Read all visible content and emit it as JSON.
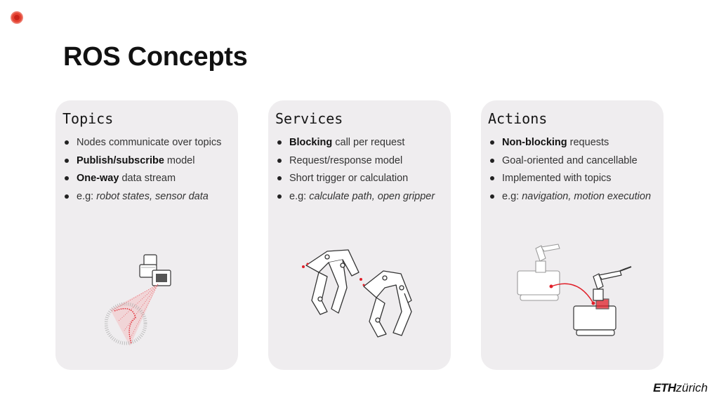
{
  "title": "ROS Concepts",
  "logo": {
    "eth": "ETH",
    "zurich": "zürich"
  },
  "cards": [
    {
      "heading": "Topics",
      "bullets": [
        {
          "bold": "",
          "text": "Nodes communicate over topics",
          "italic": ""
        },
        {
          "bold": "Publish/subscribe",
          "text": " model",
          "italic": ""
        },
        {
          "bold": "One-way",
          "text": " data stream",
          "italic": ""
        },
        {
          "bold": "",
          "text": "e.g: ",
          "italic": "robot states, sensor data"
        }
      ],
      "illustration": "lidar-sensor-icon"
    },
    {
      "heading": "Services",
      "bullets": [
        {
          "bold": "Blocking",
          "text": " call per request",
          "italic": ""
        },
        {
          "bold": "",
          "text": "Request/response model",
          "italic": ""
        },
        {
          "bold": "",
          "text": "Short trigger or calculation",
          "italic": ""
        },
        {
          "bold": "",
          "text": "e.g: ",
          "italic": "calculate path, open gripper"
        }
      ],
      "illustration": "gripper-icon"
    },
    {
      "heading": "Actions",
      "bullets": [
        {
          "bold": "Non-blocking",
          "text": " requests",
          "italic": ""
        },
        {
          "bold": "",
          "text": "Goal-oriented and cancellable",
          "italic": ""
        },
        {
          "bold": "",
          "text": "Implemented with topics",
          "italic": ""
        },
        {
          "bold": "",
          "text": "e.g: ",
          "italic": "navigation, motion execution"
        }
      ],
      "illustration": "mobile-robot-icon"
    }
  ],
  "colors": {
    "accent": "#e0202a",
    "card": "#efedef"
  }
}
